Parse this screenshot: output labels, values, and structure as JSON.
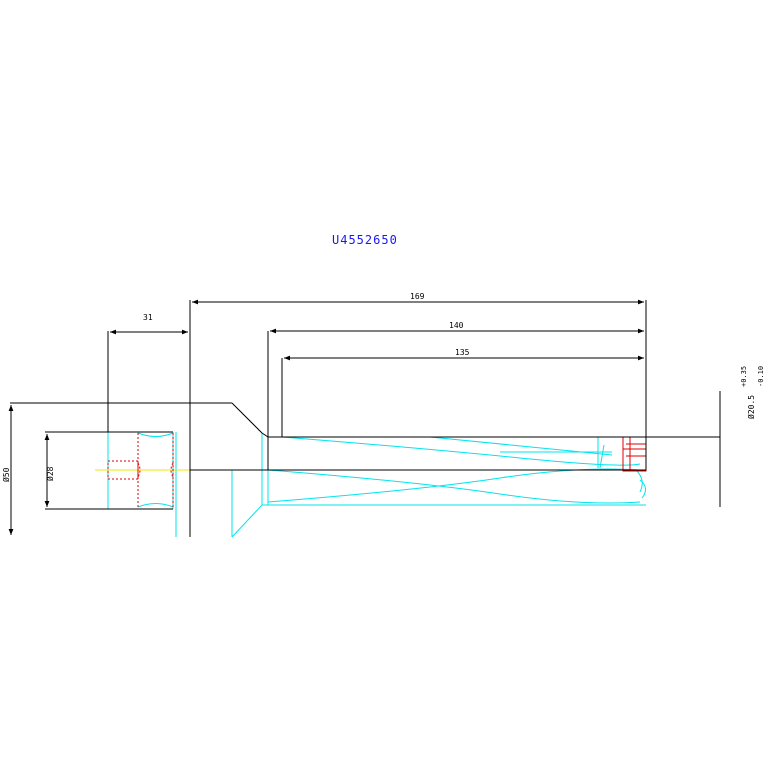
{
  "drawing": {
    "part_number": "U4552650",
    "colors": {
      "outline": "#000000",
      "hidden": "#00e5ee",
      "insert": "#e00000",
      "centerline": "#e8e800",
      "title": "#1a1aee"
    },
    "dimensions": {
      "overall_length": "169",
      "length_2": "140",
      "length_3": "135",
      "shank_length": "31",
      "flange_diameter": "Ø50",
      "shank_diameter": "Ø28",
      "drill_diameter": "Ø20.5",
      "drill_tol_upper": "+0.35",
      "drill_tol_lower": "-0.10"
    }
  }
}
